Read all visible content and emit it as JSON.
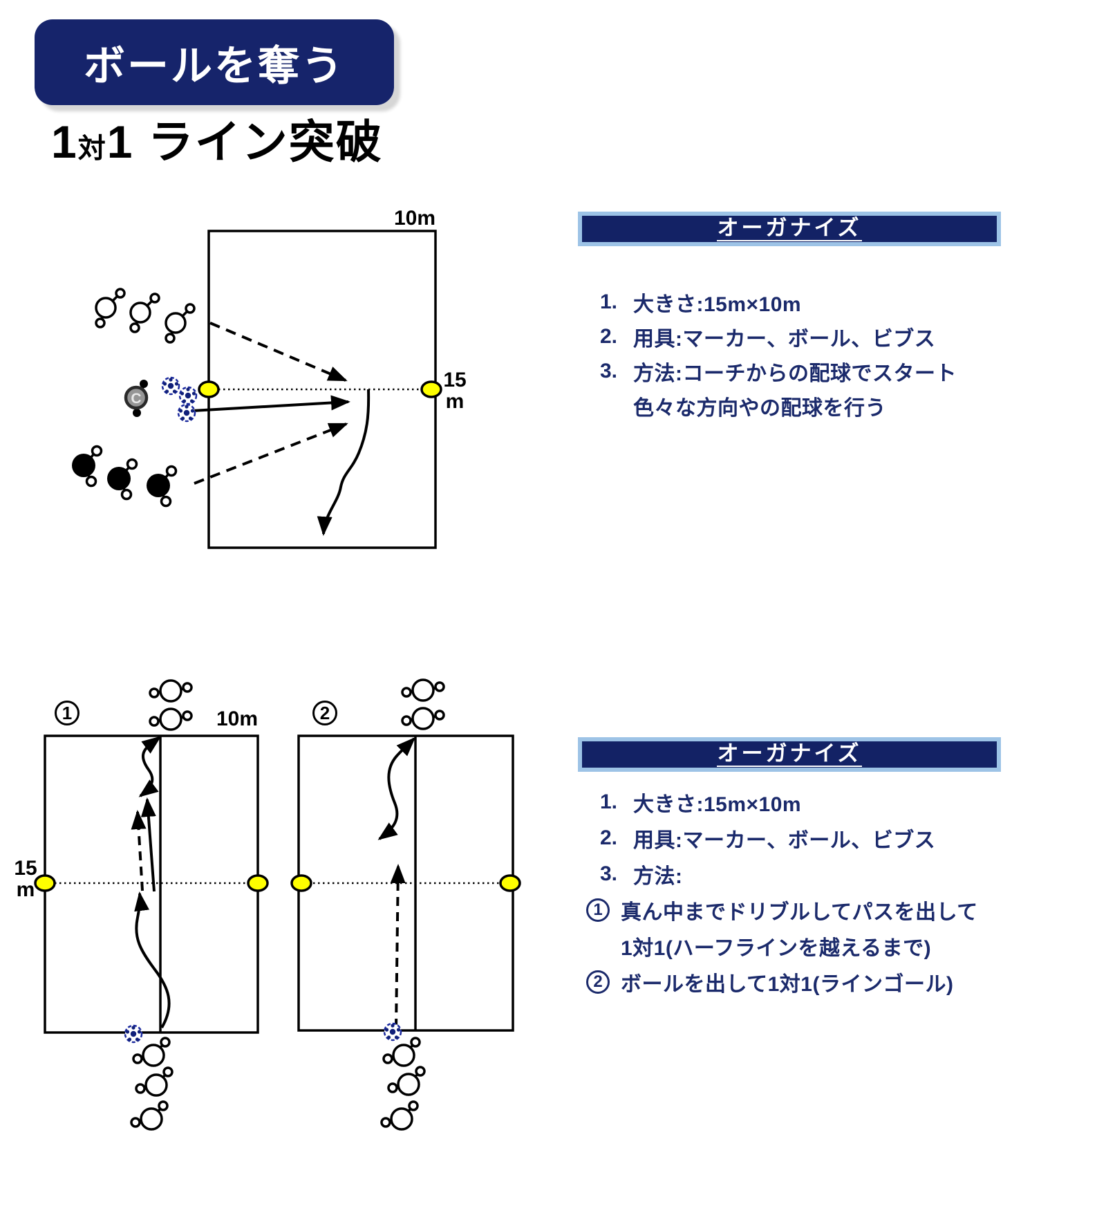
{
  "badge": {
    "label": "ボールを奪う"
  },
  "title": {
    "num1": "1",
    "tai": "対",
    "num2": "1",
    "rest": " ライン突破"
  },
  "top_diagram": {
    "width_label": "10m",
    "height_label_line1": "15",
    "height_label_line2": "m",
    "coach_label": "C"
  },
  "bottom_diagram_1": {
    "number": "1",
    "width_label": "10m",
    "height_label_line1": "15",
    "height_label_line2": "m"
  },
  "bottom_diagram_2": {
    "number": "2"
  },
  "organize_panel_1": {
    "header": "オーガナイズ",
    "items": [
      {
        "num": "1.",
        "text": "大きさ:15m×10m"
      },
      {
        "num": "2.",
        "text": "用具:マーカー、ボール、ビブス"
      },
      {
        "num": "3.",
        "text": "方法:コーチからの配球でスタート"
      }
    ],
    "item3_cont": "色々な方向やの配球を行う"
  },
  "organize_panel_2": {
    "header": "オーガナイズ",
    "items": [
      {
        "num": "1.",
        "text": "大きさ:15m×10m"
      },
      {
        "num": "2.",
        "text": "用具:マーカー、ボール、ビブス"
      },
      {
        "num": "3.",
        "text": "方法:"
      }
    ],
    "circled_items": [
      {
        "marker": "1",
        "line1": "真ん中までドリブルしてパスを出して",
        "line2": "1対1(ハーフラインを越えるまで)"
      },
      {
        "marker": "2",
        "line1": "ボールを出して1対1(ラインゴール)"
      }
    ]
  },
  "colors": {
    "navy": "#16246b",
    "light_blue": "#9dc3e6",
    "marker_yellow": "#ffff00",
    "ball_blue": "#1b2a9e",
    "text_navy": "#1b2a6b"
  }
}
